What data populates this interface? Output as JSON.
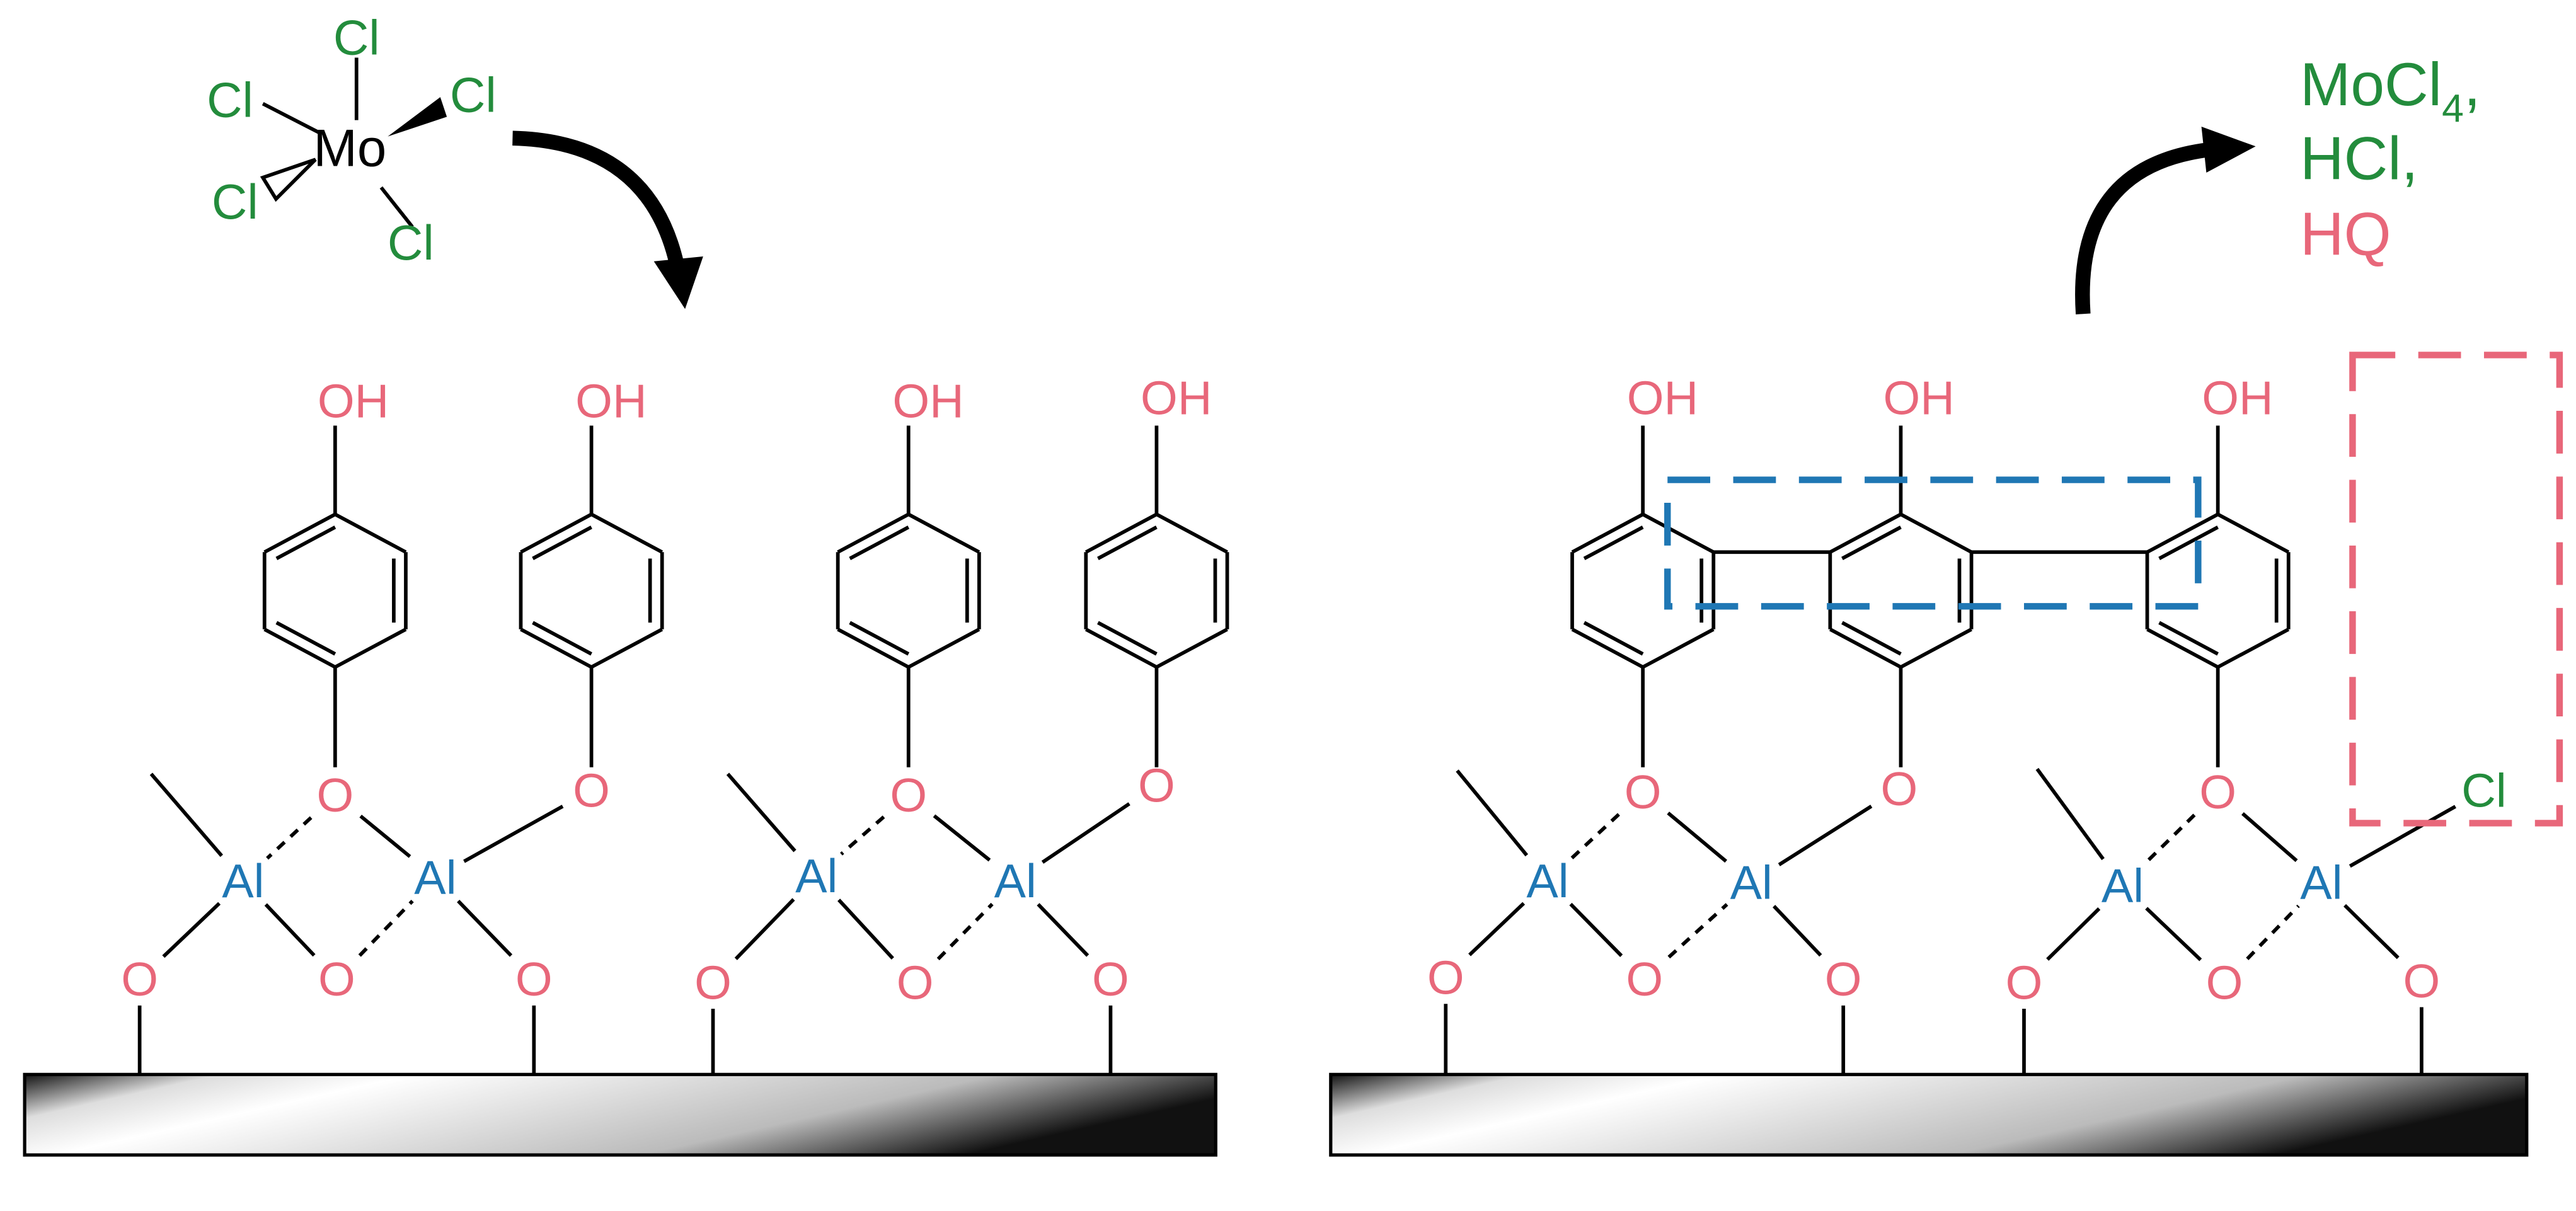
{
  "colors": {
    "chlorine": "#238c3c",
    "oxygen": "#e8677a",
    "aluminum": "#1f77b4",
    "bond": "#000000",
    "blue_box": "#1f77b4",
    "pink_box": "#e8677a"
  },
  "reactant": {
    "metal": "Mo",
    "ligand": "Cl"
  },
  "atoms": {
    "hydroxyl": "OH",
    "oxygen": "O",
    "aluminum": "Al",
    "chlorine": "Cl"
  },
  "products": {
    "line1_main": "MoCl",
    "line1_sub": "4",
    "line1_tail": ",",
    "line2": "HCl,",
    "line3": "HQ"
  }
}
